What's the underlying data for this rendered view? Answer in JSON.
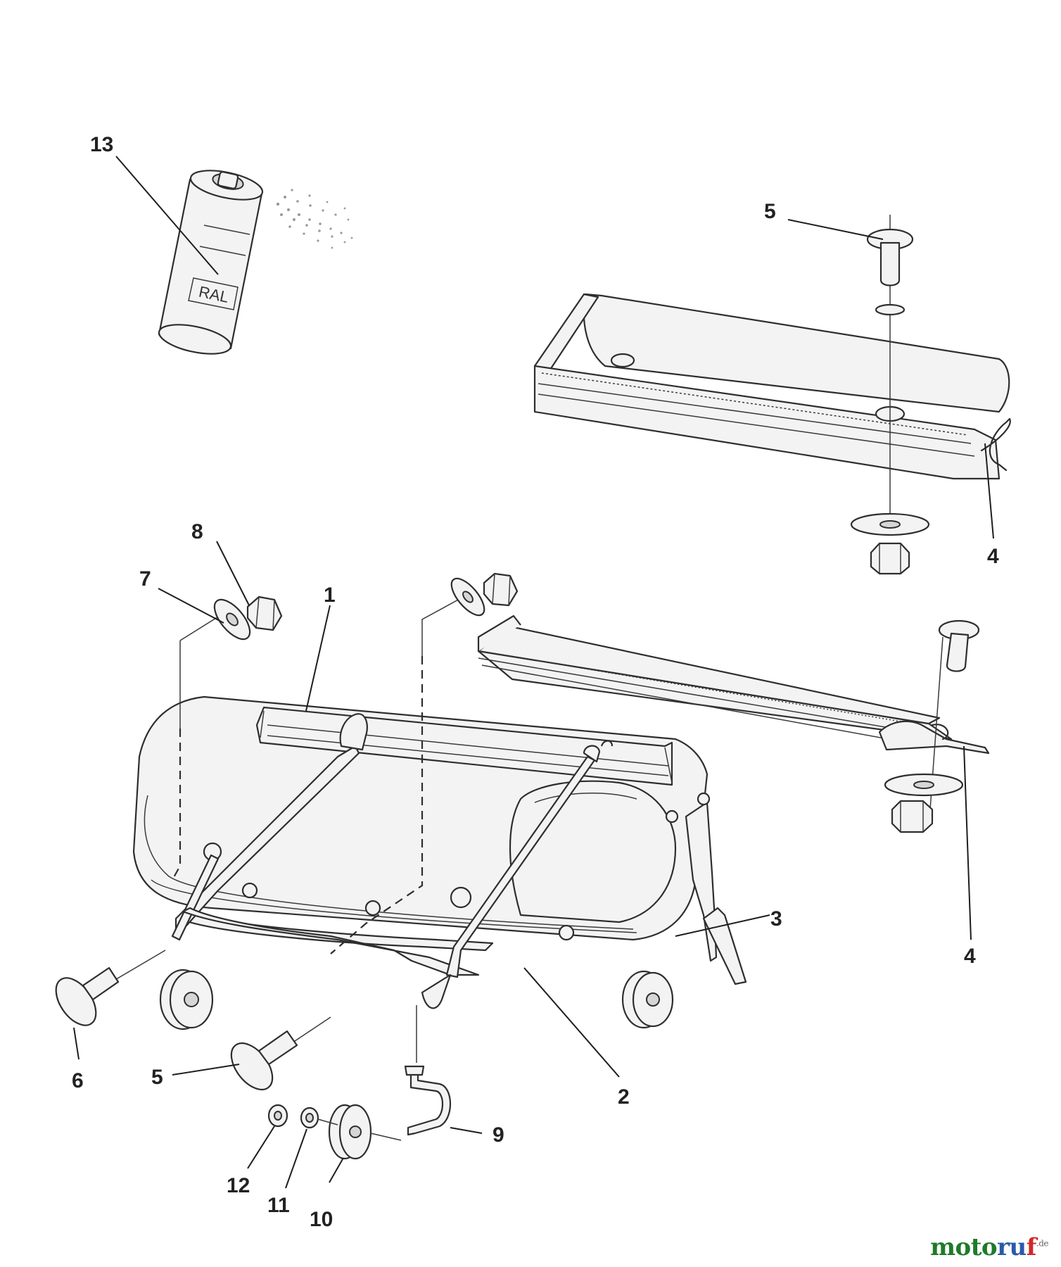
{
  "callouts": {
    "c1": "1",
    "c2": "2",
    "c3": "3",
    "c4_top": "4",
    "c4_bottom": "4",
    "c5_top": "5",
    "c5_bottom": "5",
    "c6": "6",
    "c7": "7",
    "c8": "8",
    "c9": "9",
    "c10": "10",
    "c11": "11",
    "c12": "12",
    "c13": "13"
  },
  "can_label": "RAL",
  "watermark": {
    "part_a": "moto",
    "part_b": "ru",
    "part_c": "f",
    "suffix": ".de"
  },
  "icons": [
    "spray-can-icon",
    "carriage-bolt-icon",
    "washer-icon",
    "nut-icon",
    "wheel-icon",
    "axle-icon"
  ]
}
